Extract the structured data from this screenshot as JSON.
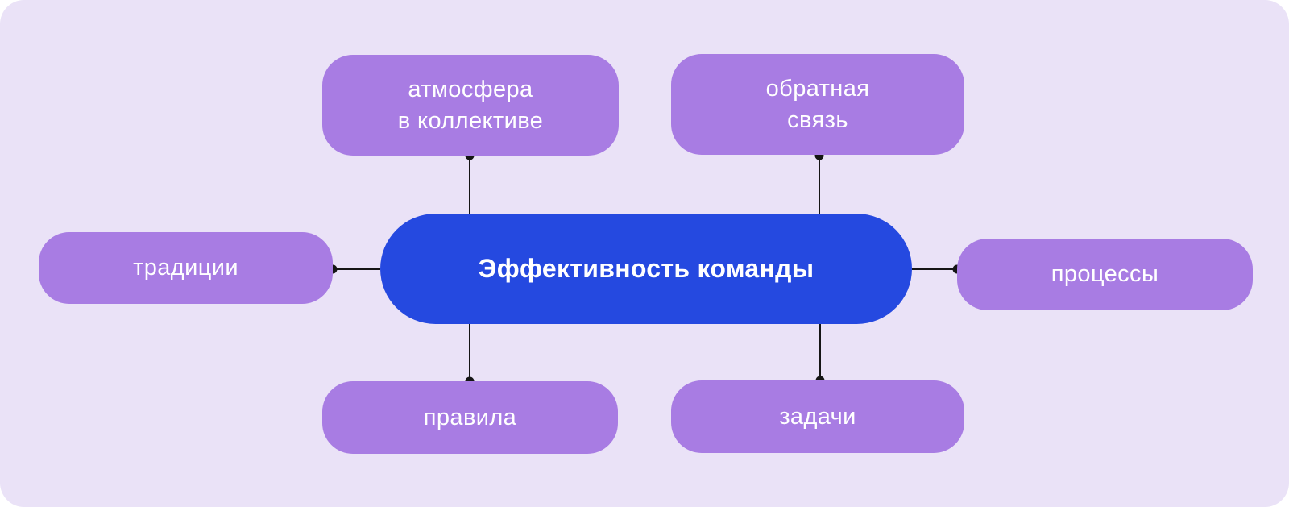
{
  "colors": {
    "background": "#FFFFFF",
    "canvas": "#EAE2F7",
    "satellite": "#A87CE3",
    "center": "#2549E0",
    "connector": "#151515",
    "text": "#FFFFFF"
  },
  "diagram": {
    "center": {
      "label": "Эффективность команды"
    },
    "nodes": [
      {
        "id": "atmosphere",
        "label": "атмосфера\nв коллективе",
        "position": "top-left"
      },
      {
        "id": "feedback",
        "label": "обратная\nсвязь",
        "position": "top-right"
      },
      {
        "id": "traditions",
        "label": "традиции",
        "position": "left"
      },
      {
        "id": "processes",
        "label": "процессы",
        "position": "right"
      },
      {
        "id": "rules",
        "label": "правила",
        "position": "bottom-left"
      },
      {
        "id": "tasks",
        "label": "задачи",
        "position": "bottom-right"
      }
    ]
  }
}
